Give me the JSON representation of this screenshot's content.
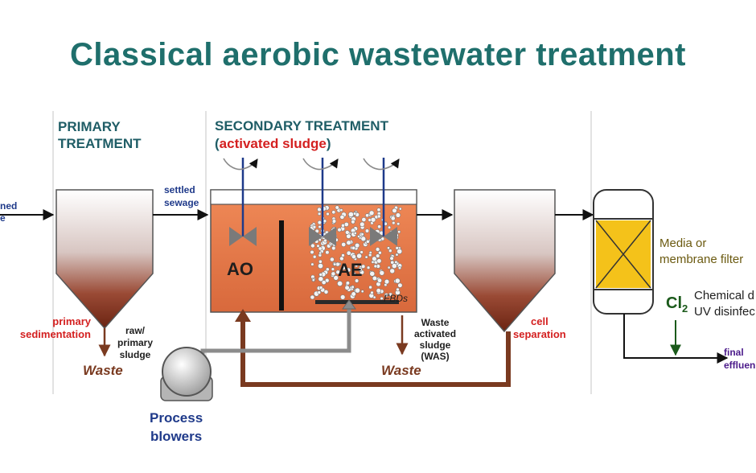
{
  "title": "Classical aerobic wastewater treatment",
  "sections": {
    "primary": "PRIMARY\nTREATMENT",
    "secondary": "SECONDARY TREATMENT",
    "secondary_open": "(",
    "secondary_sub": "activated sludge",
    "secondary_close": ")"
  },
  "labels": {
    "inlet": "ned\ne",
    "settled_sewage": "settled\nsewage",
    "primary_sedimentation": "primary\nsedimentation",
    "raw_primary_sludge": "raw/\nprimary\nsludge",
    "waste_left": "Waste",
    "ao": "AO",
    "ae": "AE",
    "fbds": "FBDs",
    "was": "Waste\nactivated\nsludge\n(WAS)",
    "waste_right": "Waste",
    "cell_separation": "cell\nseparation",
    "media_filter": "Media or\nmembrane filter",
    "cl2": "Cl",
    "cl2_sub": "2",
    "chemical_uv": "Chemical d\nUV disinfec",
    "final_effluent": "final\neffluen",
    "process_blowers": "Process\nblowers"
  },
  "colors": {
    "title": "#1f6f6c",
    "sludge_dark": "#6b2412",
    "tank_orange": "#e07a4a",
    "filter_yellow": "#f4c21a",
    "return_line": "#7a3a20",
    "air_line": "#8c8c8c"
  }
}
